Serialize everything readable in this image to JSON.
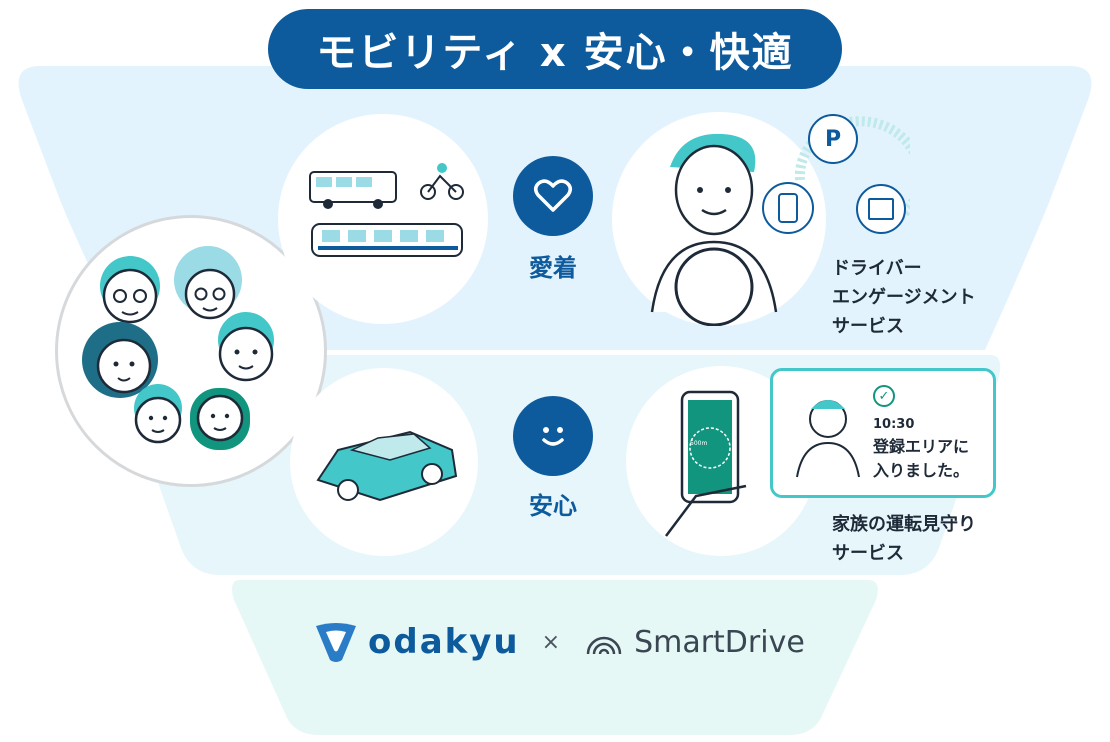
{
  "title": "モビリティ x 安心・快適",
  "tiers": {
    "top": {
      "label": "愛着",
      "caption": [
        "ドライバー",
        "エンゲージメント",
        "サービス"
      ]
    },
    "middle": {
      "label": "安心",
      "caption": [
        "家族の運転見守り",
        "サービス"
      ]
    }
  },
  "notification": {
    "time": "10:30",
    "lines": [
      "登録エリアに",
      "入りました。"
    ]
  },
  "phone_distance": "500m",
  "logos": {
    "left": "odakyu",
    "separator": "×",
    "right": "SmartDrive"
  },
  "colors": {
    "navy": "#0d5a9c",
    "teal": "#43c7c9",
    "band_top": "#e3f3fd",
    "band_mid": "#e6f6fb",
    "band_bottom": "#e6f8f6"
  }
}
